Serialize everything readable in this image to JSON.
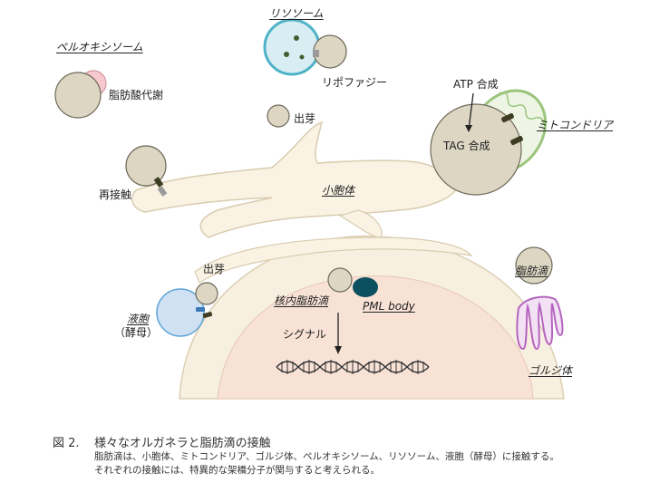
{
  "labels": {
    "peroxisome": "ペルオキシソーム",
    "fatty_acid_metabolism": "脂肪酸代謝",
    "lysosome": "リソソーム",
    "lipophagy": "リポファジー",
    "budding_top": "出芽",
    "reattach": "再接触",
    "er": "小胞体",
    "atp_synthesis": "ATP 合成",
    "tag_synthesis": "TAG 合成",
    "mitochondria": "ミトコンドリア",
    "budding_left": "出芽",
    "vacuole": "液胞",
    "yeast": "（酵母）",
    "nuclear_ld": "核内脂肪滴",
    "pml_body": "PML body",
    "signal": "シグナル",
    "lipid_droplet": "脂肪滴",
    "golgi": "ゴルジ体"
  },
  "caption": {
    "number": "図 2.",
    "title": "様々なオルガネラと脂肪滴の接触",
    "line1": "脂肪滴は、小胞体、ミトコンドリア、ゴルジ体、ペルオキシソーム、リソソーム、液胞（酵母）に接触する。",
    "line2": "それぞれの接触には、特異的な架橋分子が関与すると考えられる。"
  },
  "colors": {
    "lipid_droplet": "#dcd6c3",
    "lipid_outline": "#6f6a5a",
    "er": "#faf3e4",
    "er_outline": "#d9ccb0",
    "nucleus": "#f8e2d6",
    "lysosome": "#d8eef3",
    "lysosome_outline": "#4fb3c8",
    "peroxisome": "#f7c9cf",
    "mito": "#99c57c",
    "golgi": "#b565bf",
    "vacuole": "#cfe1f2",
    "pml": "#0c5060",
    "dna": "#333333",
    "tether": "#3d3d22"
  }
}
